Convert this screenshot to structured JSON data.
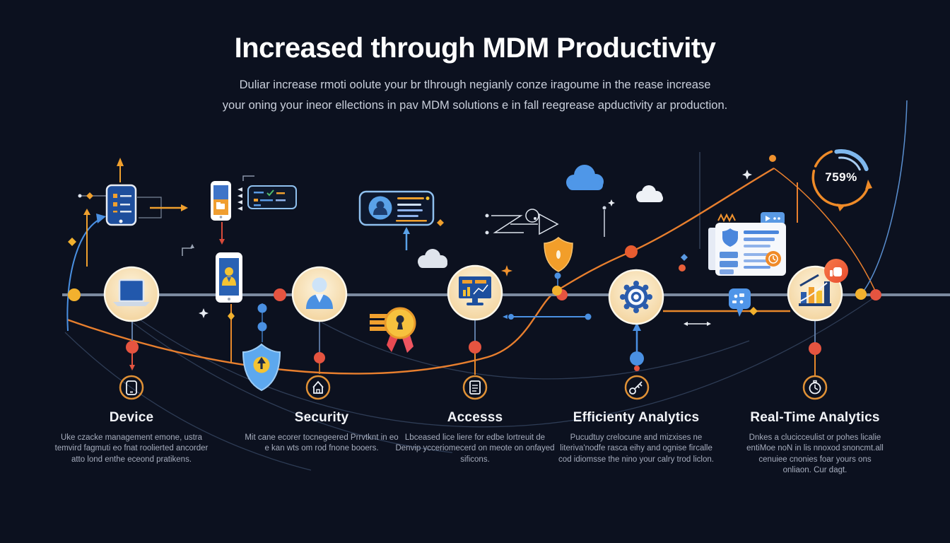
{
  "header": {
    "title": "Increased through MDM Productivity",
    "subtitle_line1": "Duliar increase rmoti oolute your br tlhrough negianly conze iragoume in the rease increase",
    "subtitle_line2": "your oning your ineor ellections in pav MDM solutions e in fall reegrease apductivity ar production."
  },
  "gauge": {
    "value": "759%"
  },
  "timeline": {
    "nodes": [
      {
        "icon": "laptop-icon"
      },
      {
        "icon": "user-icon"
      },
      {
        "icon": "monitor-chart-icon"
      },
      {
        "icon": "gear-icon"
      },
      {
        "icon": "bar-chart-icon"
      }
    ]
  },
  "columns": [
    {
      "heading": "Device",
      "icon": "smartphone-icon",
      "body": "Uke czacke management emone, ustra temvird fagmuti eo fnat roolierted ancorder atto lond enthe eceond pratikens."
    },
    {
      "heading": "Security",
      "icon": "house-icon",
      "body": "Mit cane ecorer tocnegeered Prrvtknt in eo e kan wts om rod fnone booers."
    },
    {
      "heading": "Accesss",
      "icon": "document-icon",
      "body": "Lbceased lice liere for edbe lortreuit de Denvip ycceriomecerd on meote on onfayed sificons."
    },
    {
      "heading": "Efficienty Analytics",
      "icon": "key-icon",
      "body": "Pucudtuy crelocune and mizxises ne literiva'nodfe rasca eihy and ognise fircalle cod idiomsse the nino your calry trod liclon."
    },
    {
      "heading": "Real-Time Analytics",
      "icon": "clock-icon",
      "body": "Dnkes a clucicceulist or pohes licalie entiMoe noN in lis nnoxod snoncmt.all cenuiee cnonies foar yours ons onliaon. Cur dagt."
    }
  ],
  "decorations": {
    "icons": [
      "tablet-checklist-icon",
      "smartphone-folder-icon",
      "smartphone-user-icon",
      "checklist-panel-icon",
      "id-card-icon",
      "ribbon-medal-icon",
      "blue-shield-lock-icon",
      "orange-shield-icon",
      "cloud-icon",
      "progress-gauge-icon",
      "dashboard-card-icon",
      "clock-badge-icon",
      "chat-bubble-icon",
      "thumbs-up-badge-icon",
      "sketch-arrow-icon",
      "sparkle-icon"
    ]
  },
  "colors": {
    "background": "#0c111f",
    "accent_orange": "#ef8f2c",
    "accent_red": "#e55440",
    "accent_yellow": "#f2b12e",
    "accent_blue": "#4a90e2",
    "node_fill": "#f6dda8",
    "timeline": "#7c8aa0",
    "text_primary": "#ffffff",
    "text_muted": "#a6adbd"
  }
}
